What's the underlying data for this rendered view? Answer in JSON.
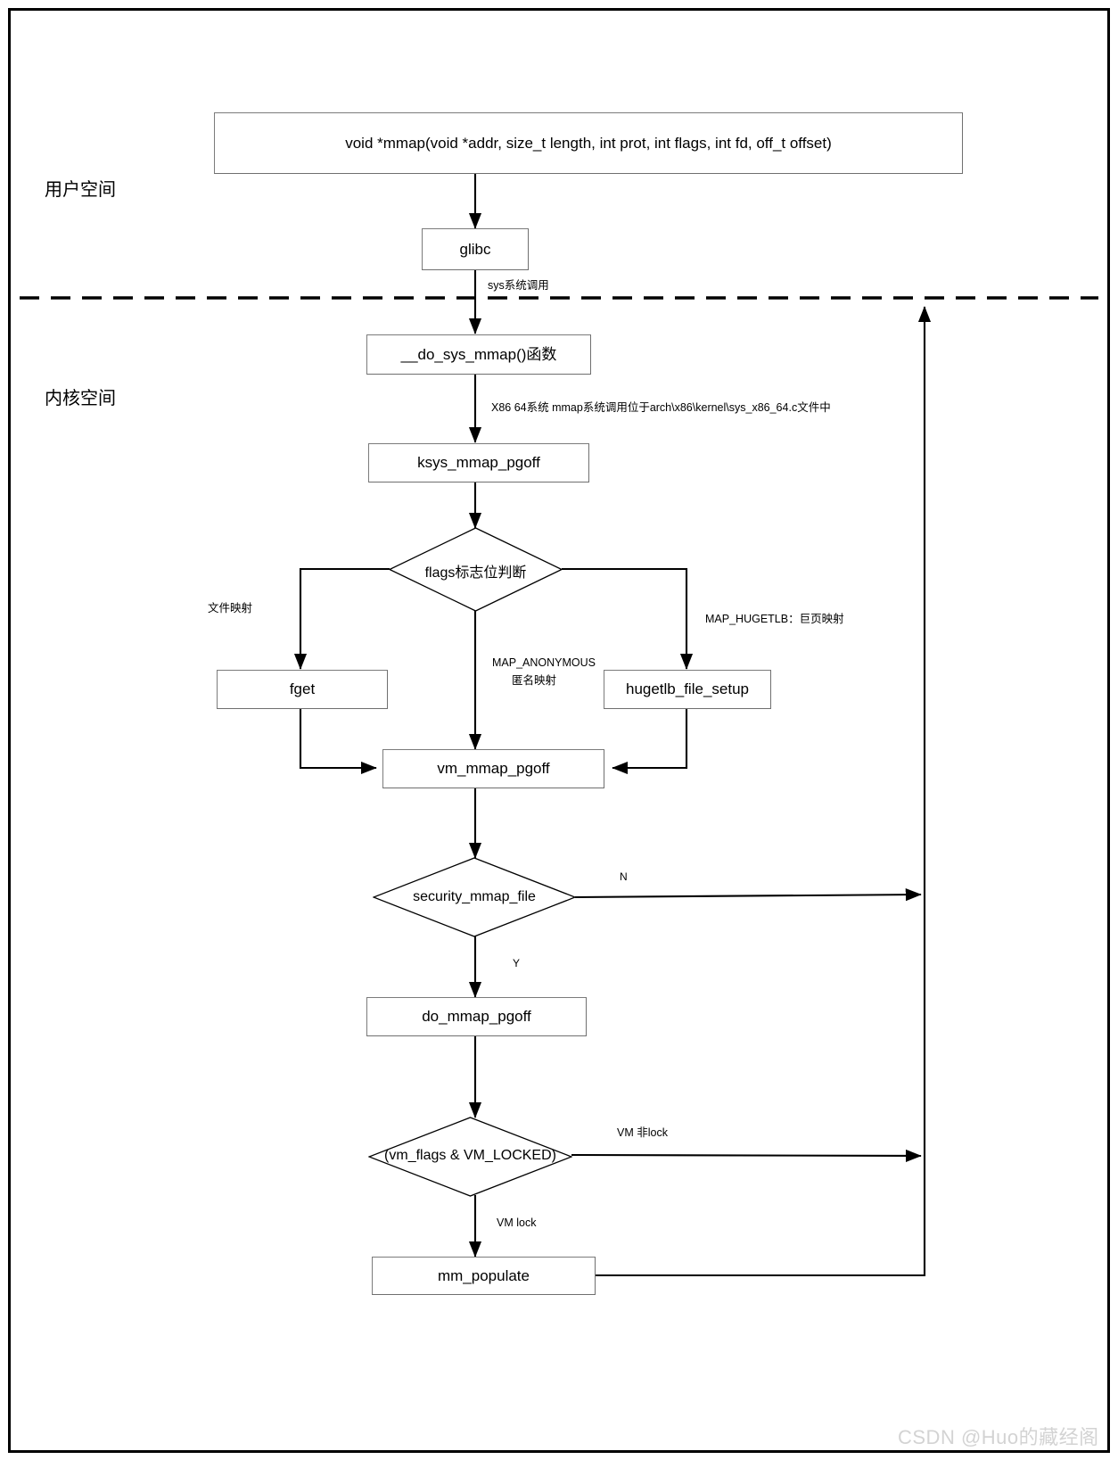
{
  "diagram": {
    "title": "mmap system call flow",
    "watermark": "CSDN @Huo的藏经阁",
    "zones": [
      {
        "id": "user-space",
        "label": "用户空间"
      },
      {
        "id": "kernel-space",
        "label": "内核空间"
      }
    ],
    "nodes": [
      {
        "id": "mmap-signature",
        "shape": "rect",
        "label": "void *mmap(void *addr, size_t length, int prot, int flags,    int fd, off_t offset)"
      },
      {
        "id": "glibc",
        "shape": "rect",
        "label": "glibc"
      },
      {
        "id": "do-sys-mmap",
        "shape": "rect",
        "label": "__do_sys_mmap()函数"
      },
      {
        "id": "ksys-mmap-pgoff",
        "shape": "rect",
        "label": "ksys_mmap_pgoff"
      },
      {
        "id": "flags-decision",
        "shape": "diamond",
        "label": "flags标志位判断"
      },
      {
        "id": "fget",
        "shape": "rect",
        "label": "fget"
      },
      {
        "id": "hugetlb-file-setup",
        "shape": "rect",
        "label": "hugetlb_file_setup"
      },
      {
        "id": "vm-mmap-pgoff",
        "shape": "rect",
        "label": "vm_mmap_pgoff"
      },
      {
        "id": "security-mmap-file",
        "shape": "diamond",
        "label": "security_mmap_file"
      },
      {
        "id": "do-mmap-pgoff",
        "shape": "rect",
        "label": "do_mmap_pgoff"
      },
      {
        "id": "vm-locked-check",
        "shape": "diamond",
        "label": "(vm_flags & VM_LOCKED)"
      },
      {
        "id": "mm-populate",
        "shape": "rect",
        "label": "mm_populate"
      }
    ],
    "edge_labels": [
      {
        "id": "sys-call",
        "text": "sys系统调用"
      },
      {
        "id": "x86-note",
        "text": "X86 64系统 mmap系统调用位于arch\\x86\\kernel\\sys_x86_64.c文件中"
      },
      {
        "id": "file-mapping",
        "text": "文件映射"
      },
      {
        "id": "map-anonymous-1",
        "text": "MAP_ANONYMOUS"
      },
      {
        "id": "map-anonymous-2",
        "text": "匿名映射"
      },
      {
        "id": "map-hugetlb",
        "text": "MAP_HUGETLB：巨页映射"
      },
      {
        "id": "security-no",
        "text": "N"
      },
      {
        "id": "security-yes",
        "text": "Y"
      },
      {
        "id": "vm-not-lock",
        "text": "VM 非lock"
      },
      {
        "id": "vm-lock",
        "text": "VM lock"
      }
    ],
    "colors": {
      "frame": "#000000",
      "node_border": "#7b7b7b",
      "edge": "#000000",
      "divider": "#000000",
      "watermark": "#d3d3d3",
      "background": "#ffffff"
    }
  }
}
